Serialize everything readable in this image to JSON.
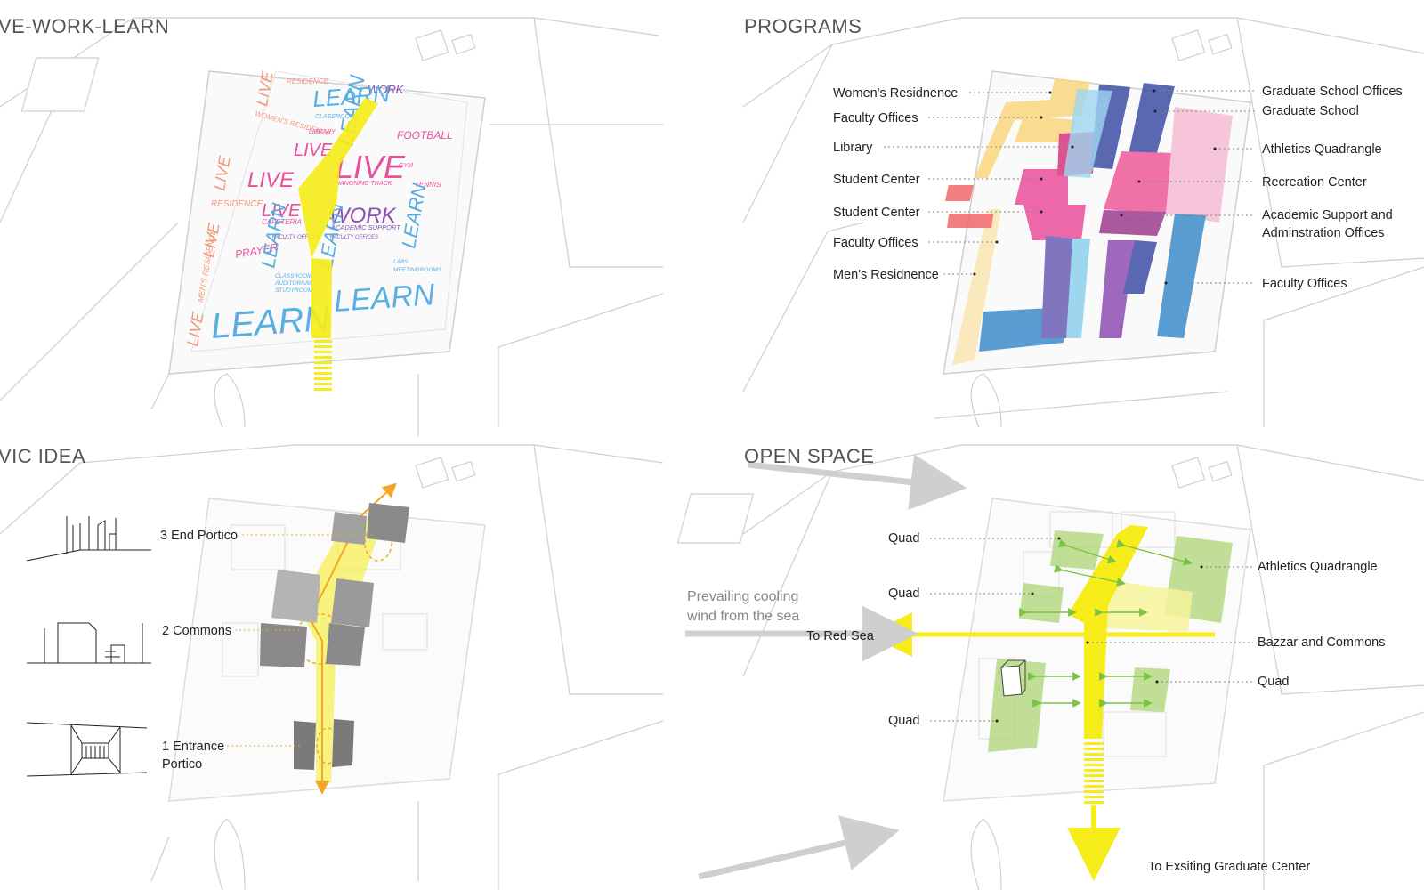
{
  "panels": {
    "live_work_learn": {
      "title": "VE-WORK-LEARN",
      "words": {
        "learn": "LEARN",
        "live": "LIVE",
        "work": "WORK",
        "football": "FOOTBALL",
        "residence": "RESIDENCE",
        "womens_residence": "WOMEN'S RESIDENCE",
        "mens_residence": "MEN'S RESIDENCE",
        "tennis": "TENNIS",
        "prayer": "PRAYER",
        "cafeteria": "CAFETERIA",
        "hangning_track": "HANGNING TRACK",
        "academic_support": "ACADEMIC SUPPORT",
        "faculty_offices": "FACULTY OFFICES",
        "classrooms": "CLASSROOMS",
        "auditorium": "AUDITORIUM",
        "studyrooms": "STUDYROOMS",
        "library": "LIBRARY",
        "offices": "OFFICES",
        "labs": "LABS",
        "meetingrooms": "MEETINGROOMS",
        "gym": "GYM"
      },
      "colors": {
        "learn": "#5aaee0",
        "live": "#ea4f9c",
        "work": "#8e4fb3",
        "residence": "#f29a7a",
        "spine": "#f5ec1a"
      }
    },
    "programs": {
      "title": "PROGRAMS",
      "left_labels": [
        "Women's Residnence",
        "Faculty Offices",
        "Library",
        "Student Center",
        "Student Center",
        "Faculty Offices",
        "Men's Residnence"
      ],
      "right_labels": [
        "Graduate School Offices",
        "Graduate School",
        "Athletics Quadrangle",
        "Recreation Center",
        "Academic Support and",
        "Adminstration Offices",
        "Faculty Offices"
      ],
      "colors": {
        "residence": "#f9d77e",
        "student_center": "#ea4f9c",
        "graduate": "#3f4fa6",
        "academic": "#3d8ccc",
        "light_blue": "#8fd0ef",
        "athletics": "#f7bcd5",
        "recreation": "#ee5a9a",
        "red": "#f0686b"
      }
    },
    "civic_idea": {
      "title": "VIC IDEA",
      "labels": {
        "end_portico": "3 End Portico",
        "commons": "2 Commons",
        "entrance_line1": "1 Entrance",
        "entrance_line2": "Portico"
      },
      "colors": {
        "axis": "#f5ec1a",
        "arrow": "#f5a623",
        "block": "#6f6f6f"
      }
    },
    "open_space": {
      "title": "OPEN SPACE",
      "left_labels": [
        "Quad",
        "Quad",
        "Quad"
      ],
      "right_labels": [
        "Athletics Quadrangle",
        "Bazzar and Commons",
        "Quad"
      ],
      "wind_line1": "Prevailing cooling",
      "wind_line2": "wind from the sea",
      "to_red_sea": "To Red Sea",
      "to_graduate_center": "To Exsiting Graduate Center",
      "colors": {
        "quad": "#a6d16a",
        "bazaar": "#f5ec1a",
        "bazaar_light": "#f6f39a",
        "wind_arrow": "#cfcfcf",
        "green_arrow": "#7cc242"
      }
    }
  }
}
